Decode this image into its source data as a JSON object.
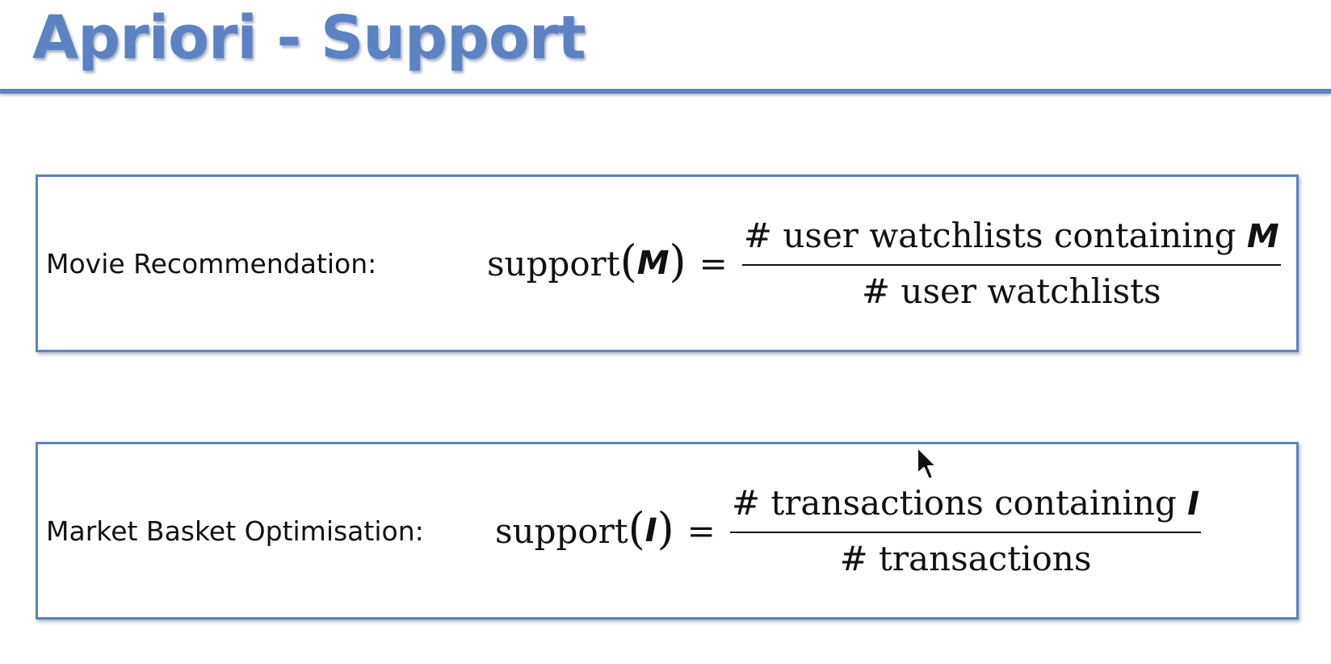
{
  "slide": {
    "title": "Apriori - Support"
  },
  "movie": {
    "label": "Movie Recommendation:",
    "func": "support",
    "variable": "M",
    "numerator_text": "# user watchlists containing ",
    "denominator_text": "# user watchlists"
  },
  "basket": {
    "label": "Market Basket Optimisation:",
    "func": "support",
    "variable": "I",
    "numerator_text": "# transactions containing ",
    "denominator_text": "# transactions"
  },
  "icons": {
    "cursor": "mouse-pointer-icon"
  },
  "colors": {
    "accent": "#5b82c2",
    "text": "#111111"
  }
}
